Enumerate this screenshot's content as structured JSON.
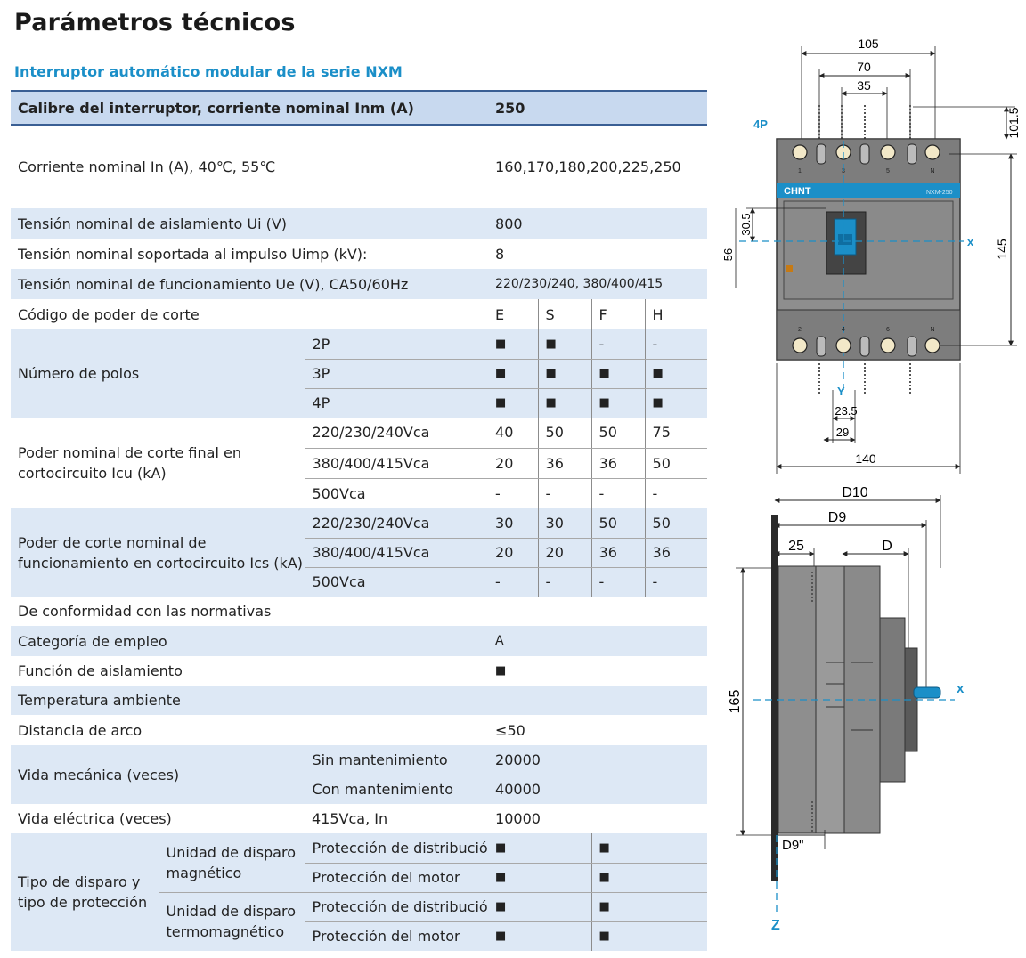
{
  "page": {
    "title": "Parámetros técnicos",
    "subtitle": "Interruptor automático modular de la serie NXM"
  },
  "table": {
    "header": {
      "label": "Calibre del interruptor, corriente nominal Inm (A)",
      "value": "250"
    },
    "rated_current": {
      "label": "Corriente nominal In (A), 40℃, 55℃",
      "value": "160,170,180,200,225,250"
    },
    "insulation_voltage": {
      "label": "Tensión nominal de aislamiento Ui (V)",
      "value": "800"
    },
    "impulse_voltage": {
      "label": "Tensión nominal soportada al impulso Uimp (kV):",
      "value": "8"
    },
    "operating_voltage": {
      "label": "Tensión nominal de funcionamiento Ue (V), CA50/60Hz",
      "value": "220/230/240, 380/400/415"
    },
    "breaking_code": {
      "label": "Código de poder de corte",
      "codes": [
        "E",
        "S",
        "F",
        "H"
      ]
    },
    "poles": {
      "label": "Número de polos",
      "rows": [
        {
          "name": "2P",
          "values": [
            "■",
            "■",
            "-",
            "-"
          ]
        },
        {
          "name": "3P",
          "values": [
            "■",
            "■",
            "■",
            "■"
          ]
        },
        {
          "name": "4P",
          "values": [
            "■",
            "■",
            "■",
            "■"
          ]
        }
      ]
    },
    "icu": {
      "label": "Poder nominal de corte final en cortocircuito Icu (kA)",
      "rows": [
        {
          "voltage": "220/230/240Vca",
          "values": [
            "40",
            "50",
            "50",
            "75"
          ]
        },
        {
          "voltage": "380/400/415Vca",
          "values": [
            "20",
            "36",
            "36",
            "50"
          ]
        },
        {
          "voltage": "500Vca",
          "values": [
            "-",
            "-",
            "-",
            "-"
          ]
        }
      ]
    },
    "ics": {
      "label": "Poder de corte nominal de funcionamiento en cortocircuito Ics (kA)",
      "rows": [
        {
          "voltage": "220/230/240Vca",
          "values": [
            "30",
            "30",
            "50",
            "50"
          ]
        },
        {
          "voltage": "380/400/415Vca",
          "values": [
            "20",
            "20",
            "36",
            "36"
          ]
        },
        {
          "voltage": "500Vca",
          "values": [
            "-",
            "-",
            "-",
            "-"
          ]
        }
      ]
    },
    "standards": {
      "label": "De conformidad con las normativas"
    },
    "category": {
      "label": "Categoría de empleo",
      "value": "A"
    },
    "isolation": {
      "label": "Función de aislamiento",
      "value": "■"
    },
    "ambient": {
      "label": "Temperatura ambiente"
    },
    "arc": {
      "label": "Distancia de arco",
      "value": "≤50"
    },
    "mech_life": {
      "label": "Vida mecánica (veces)",
      "rows": [
        {
          "condition": "Sin mantenimiento",
          "value": "20000"
        },
        {
          "condition": "Con mantenimiento",
          "value": "40000"
        }
      ]
    },
    "elec_life": {
      "label": "Vida eléctrica (veces)",
      "condition": "415Vca, In",
      "value": "10000"
    },
    "trip": {
      "label": "Tipo de disparo y tipo de protección",
      "magnetic": {
        "unit": "Unidad de disparo magnético",
        "rows": [
          {
            "protection": "Protección de distribución",
            "marks": [
              "■",
              "■"
            ]
          },
          {
            "protection": "Protección del motor",
            "marks": [
              "■",
              "■"
            ]
          }
        ]
      },
      "thermomagnetic": {
        "unit": "Unidad de disparo termomagnético",
        "rows": [
          {
            "protection": "Protección de distribución",
            "marks": [
              "■",
              "■"
            ]
          },
          {
            "protection": "Protección del motor",
            "marks": [
              "■",
              "■"
            ]
          }
        ]
      }
    }
  },
  "diagram": {
    "front": {
      "pole_label": "4P",
      "brand": "CHNT",
      "model": "NXM-250",
      "dims": {
        "w105": "105",
        "w70": "70",
        "w35": "35",
        "h101_5": "101.5",
        "h30_5": "30.5",
        "h56": "56",
        "h145": "145",
        "w23_5": "23.5",
        "w29": "29",
        "w140": "140"
      },
      "axis_x": "x",
      "axis_y": "Y",
      "terminals_top": [
        "1",
        "3",
        "5",
        "N"
      ],
      "terminals_bottom": [
        "2",
        "4",
        "6",
        "N"
      ]
    },
    "side": {
      "dims": {
        "d10": "D10",
        "d9": "D9",
        "d25": "25",
        "d": "D",
        "h165": "165",
        "d9pp": "D9\""
      },
      "axis_x": "x",
      "axis_z": "Z"
    },
    "colors": {
      "accent": "#1b8fc8",
      "body": "#8e8e8e",
      "body_dark": "#6e6e6e",
      "band": "#dde8f5",
      "header": "#c8d9ef"
    }
  }
}
